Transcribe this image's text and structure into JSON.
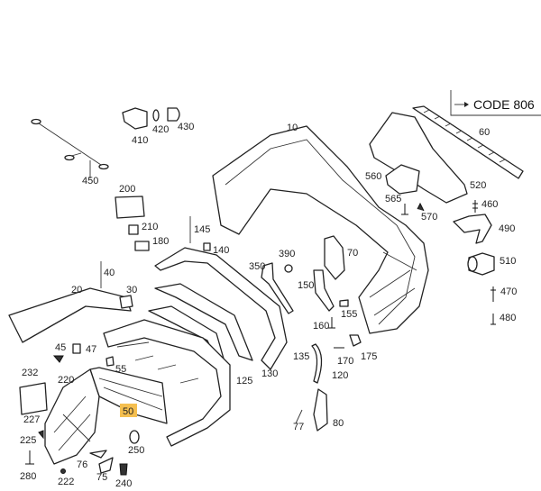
{
  "title": "Rear bumper exploded parts diagram",
  "code_note": "CODE 806",
  "highlight_color": "#f5bf4f",
  "highlighted_part": "50",
  "labels": {
    "p10": "10",
    "p60": "60",
    "p410": "410",
    "p420": "420",
    "p430": "430",
    "p450": "450",
    "p200": "200",
    "p210": "210",
    "p180": "180",
    "p145": "145",
    "p140": "140",
    "p390": "390",
    "p70": "70",
    "p350": "350",
    "p560": "560",
    "p565": "565",
    "p570": "570",
    "p520": "520",
    "p460": "460",
    "p490": "490",
    "p510": "510",
    "p470": "470",
    "p480": "480",
    "p40": "40",
    "p20": "20",
    "p30": "30",
    "p150": "150",
    "p155": "155",
    "p160": "160",
    "p170": "170",
    "p175": "175",
    "p135": "135",
    "p120": "120",
    "p130": "130",
    "p125": "125",
    "p45": "45",
    "p47": "47",
    "p55": "55",
    "p50": "50",
    "p232": "232",
    "p220": "220",
    "p227": "227",
    "p225": "225",
    "p280": "280",
    "p222": "222",
    "p76": "76",
    "p75": "75",
    "p250": "250",
    "p240": "240",
    "p77": "77",
    "p80": "80"
  }
}
